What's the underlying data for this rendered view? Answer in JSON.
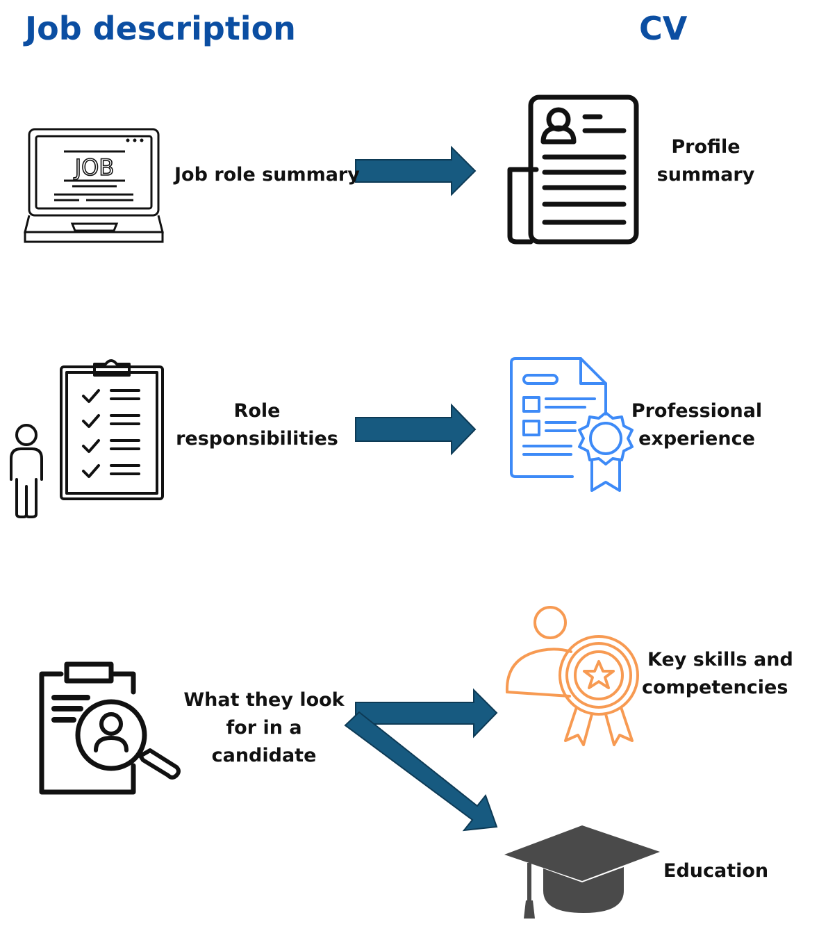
{
  "headings": {
    "left": "Job description",
    "right": "CV"
  },
  "job_description": [
    {
      "lines": [
        "Job role summary"
      ],
      "icon": "laptop-job-icon"
    },
    {
      "lines": [
        "Role",
        "responsibilities"
      ],
      "icon": "clipboard-checklist-person-icon"
    },
    {
      "lines": [
        "What they look",
        "for in a",
        "candidate"
      ],
      "icon": "candidate-search-icon"
    }
  ],
  "cv": [
    {
      "lines": [
        "Profile",
        "summary"
      ],
      "icon": "resume-document-icon"
    },
    {
      "lines": [
        "Professional",
        "experience"
      ],
      "icon": "certificate-document-icon"
    },
    {
      "lines": [
        "Key skills and",
        "competencies"
      ],
      "icon": "person-award-icon"
    },
    {
      "lines": [
        "Education"
      ],
      "icon": "graduation-cap-icon"
    }
  ],
  "colors": {
    "heading": "#0b4ea2",
    "arrow_fill": "#175a80",
    "arrow_stroke": "#0d3a55",
    "certificate_icon": "#3d8af7",
    "award_icon": "#f79a52",
    "cap_icon": "#4a4a4a"
  }
}
